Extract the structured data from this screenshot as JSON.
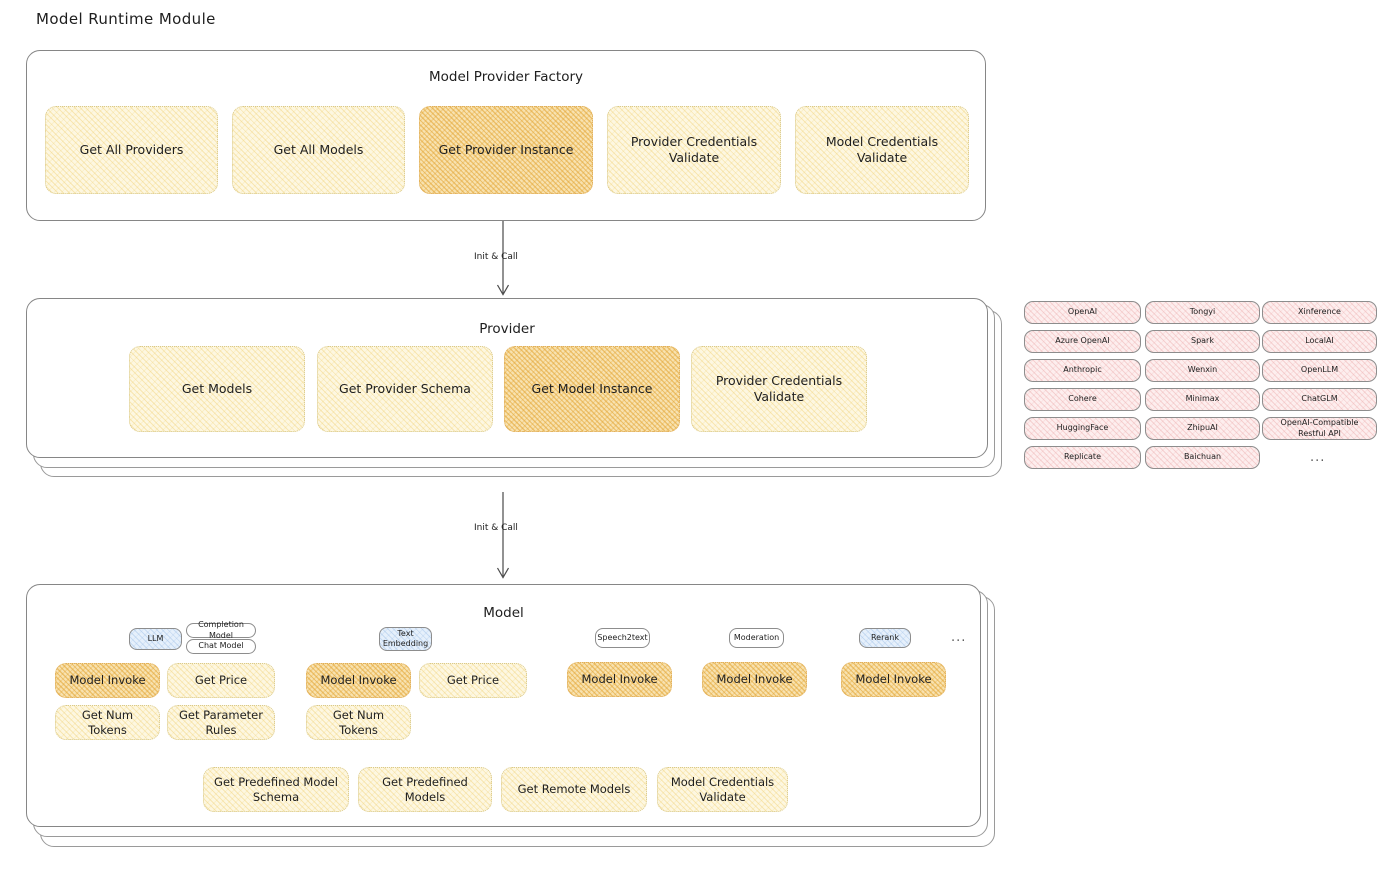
{
  "page": {
    "title": "Model Runtime Module"
  },
  "factory": {
    "title": "Model Provider Factory",
    "nodes": [
      {
        "label": "Get All Providers",
        "highlight": false
      },
      {
        "label": "Get All Models",
        "highlight": false
      },
      {
        "label": "Get Provider Instance",
        "highlight": true
      },
      {
        "label": "Provider Credentials Validate",
        "highlight": false
      },
      {
        "label": "Model Credentials Validate",
        "highlight": false
      }
    ]
  },
  "arrows": [
    {
      "label": "Init & Call"
    },
    {
      "label": "Init & Call"
    }
  ],
  "provider": {
    "title": "Provider",
    "nodes": [
      {
        "label": "Get Models",
        "highlight": false
      },
      {
        "label": "Get Provider Schema",
        "highlight": false
      },
      {
        "label": "Get Model Instance",
        "highlight": true
      },
      {
        "label": "Provider Credentials Validate",
        "highlight": false
      }
    ]
  },
  "provider_list": {
    "columns": [
      {
        "items": [
          "OpenAI",
          "Azure OpenAI",
          "Anthropic",
          "Cohere",
          "HuggingFace",
          "Replicate"
        ]
      },
      {
        "items": [
          "Tongyi",
          "Spark",
          "Wenxin",
          "Minimax",
          "ZhipuAI",
          "Baichuan"
        ]
      },
      {
        "items": [
          "Xinference",
          "LocalAI",
          "OpenLLM",
          "ChatGLM",
          "OpenAI-Compatible Restful API"
        ]
      }
    ],
    "more": "..."
  },
  "model": {
    "title": "Model",
    "more": "...",
    "types": [
      {
        "name": "LLM",
        "badge_style": "blue",
        "sub_badges": [
          "Completion Model",
          "Chat Model"
        ],
        "methods": [
          {
            "label": "Model Invoke",
            "highlight": true
          },
          {
            "label": "Get Price",
            "highlight": false
          },
          {
            "label": "Get Num Tokens",
            "highlight": false
          },
          {
            "label": "Get Parameter Rules",
            "highlight": false
          }
        ]
      },
      {
        "name": "Text Embedding",
        "badge_style": "blue",
        "sub_badges": [],
        "methods": [
          {
            "label": "Model Invoke",
            "highlight": true
          },
          {
            "label": "Get Price",
            "highlight": false
          },
          {
            "label": "Get Num Tokens",
            "highlight": false
          }
        ]
      },
      {
        "name": "Speech2text",
        "badge_style": "white",
        "sub_badges": [],
        "methods": [
          {
            "label": "Model Invoke",
            "highlight": true
          }
        ]
      },
      {
        "name": "Moderation",
        "badge_style": "white",
        "sub_badges": [],
        "methods": [
          {
            "label": "Model Invoke",
            "highlight": true
          }
        ]
      },
      {
        "name": "Rerank",
        "badge_style": "blue",
        "sub_badges": [],
        "methods": [
          {
            "label": "Model Invoke",
            "highlight": true
          }
        ]
      }
    ],
    "shared_methods": [
      {
        "label": "Get Predefined Model Schema"
      },
      {
        "label": "Get Predefined Models"
      },
      {
        "label": "Get Remote Models"
      },
      {
        "label": "Model Credentials Validate"
      }
    ]
  },
  "colors": {
    "node_light_fill": "#fdf7e1",
    "node_strong_fill": "#f8e2b0",
    "pink_fill": "#fdeeee",
    "blue_fill": "#e6f0fb",
    "stroke": "#868686",
    "text": "#1e1e1e"
  }
}
